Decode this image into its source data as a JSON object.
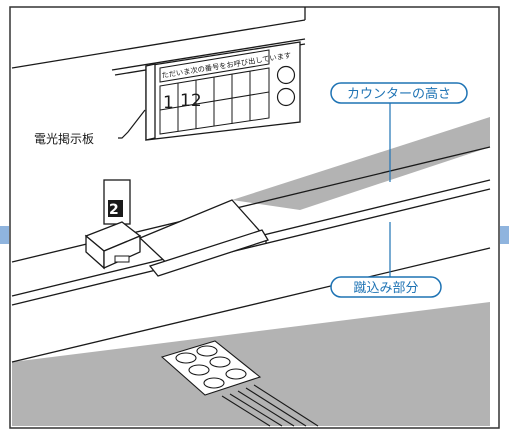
{
  "board": {
    "heading": "ただいま次の番号をお呼び出しています",
    "numbers": [
      "1",
      "12"
    ]
  },
  "labels": {
    "display_board": "電光掲示板",
    "counter_height": "カウンターの高さ",
    "kick_space": "蹴込み部分"
  },
  "ticket_machine": {
    "number": "2"
  },
  "colors": {
    "floor_gray": "#b3b3b3",
    "accent_blue": "#1e73b4",
    "side_tab_blue": "#8fb4de",
    "line": "#1a1a1a"
  }
}
